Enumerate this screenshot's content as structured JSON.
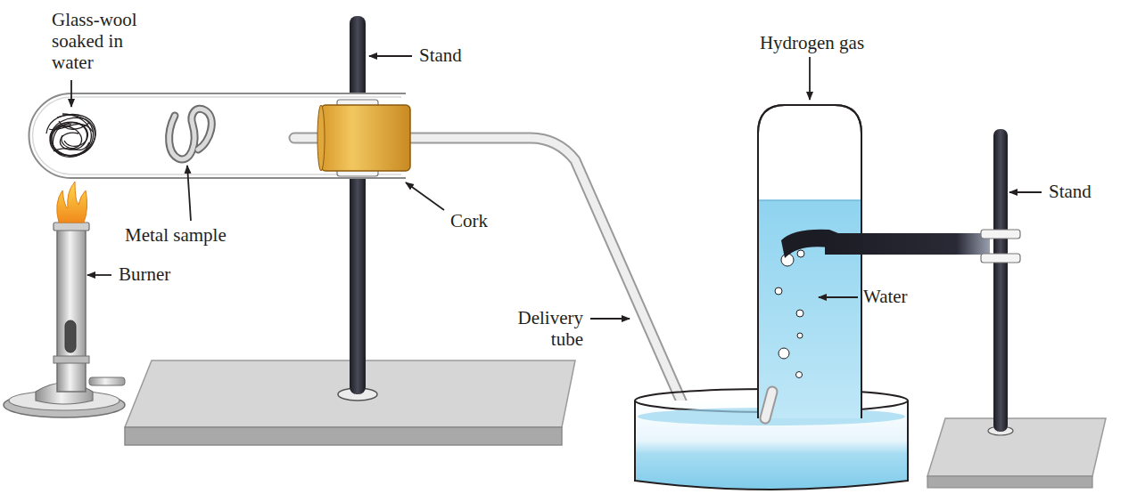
{
  "diagram": {
    "labels": [
      "Glass-wool soaked in water",
      "Stand",
      "Hydrogen gas",
      "Stand",
      "Metal sample",
      "Cork",
      "Burner",
      "Delivery tube",
      "Water"
    ]
  }
}
